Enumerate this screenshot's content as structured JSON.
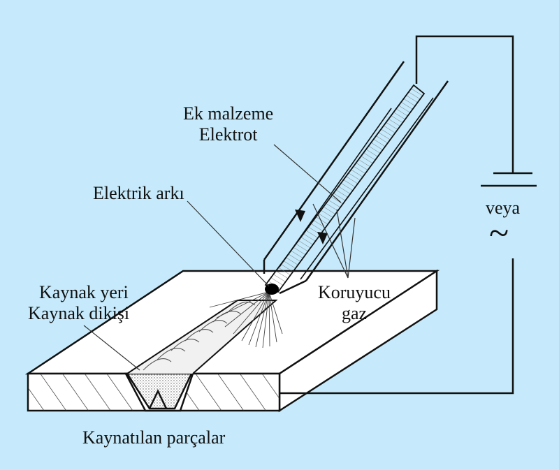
{
  "colors": {
    "background": "#c6eafb",
    "plate": "#ffffff",
    "line": "#111111",
    "weld_fill": "#e6e6e6"
  },
  "labels": {
    "filler_line1": "Ek malzeme",
    "filler_line2": "Elektrot",
    "arc": "Elektrik arkı",
    "weld_line1": "Kaynak yeri",
    "weld_line2": "Kaynak dikişi",
    "gas_line1": "Koruyucu",
    "gas_line2": "gaz",
    "power_or": "veya",
    "ac_symbol": "~",
    "workpieces": "Kaynatılan parçalar"
  }
}
